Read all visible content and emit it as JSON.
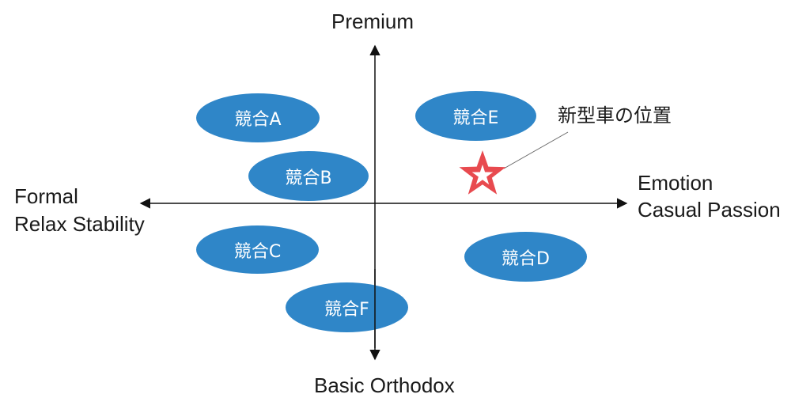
{
  "axes": {
    "top": "Premium",
    "bottom": "Basic Orthodox",
    "left_line1": "Formal",
    "left_line2": "Relax Stability",
    "right_line1": "Emotion",
    "right_line2": "Casual Passion"
  },
  "competitors": [
    {
      "label": "競合A"
    },
    {
      "label": "競合B"
    },
    {
      "label": "競合C"
    },
    {
      "label": "競合D"
    },
    {
      "label": "競合E"
    },
    {
      "label": "競合F"
    }
  ],
  "new_car": {
    "label": "新型車の位置",
    "marker": "star-icon"
  },
  "colors": {
    "ellipse": "#2f86c8",
    "star": "#e84a4f",
    "axis": "#111111"
  }
}
